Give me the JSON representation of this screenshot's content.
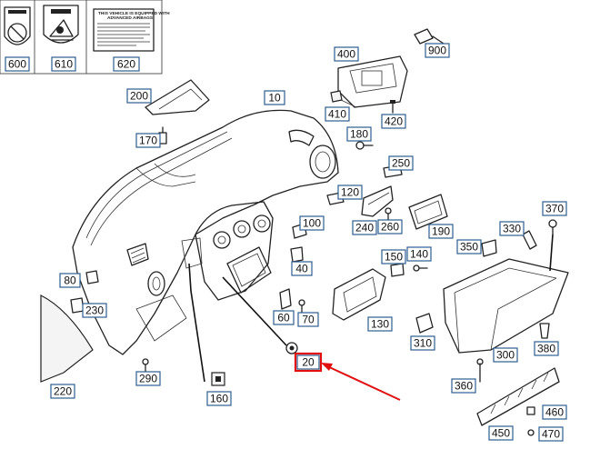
{
  "callouts": [
    {
      "id": "600",
      "label": "600"
    },
    {
      "id": "610",
      "label": "610"
    },
    {
      "id": "620",
      "label": "620"
    },
    {
      "id": "200",
      "label": "200"
    },
    {
      "id": "10",
      "label": "10"
    },
    {
      "id": "170",
      "label": "170"
    },
    {
      "id": "400",
      "label": "400"
    },
    {
      "id": "900",
      "label": "900"
    },
    {
      "id": "410",
      "label": "410"
    },
    {
      "id": "420",
      "label": "420"
    },
    {
      "id": "180",
      "label": "180"
    },
    {
      "id": "250",
      "label": "250"
    },
    {
      "id": "120",
      "label": "120"
    },
    {
      "id": "240",
      "label": "240"
    },
    {
      "id": "260",
      "label": "260"
    },
    {
      "id": "190",
      "label": "190"
    },
    {
      "id": "100",
      "label": "100"
    },
    {
      "id": "40",
      "label": "40"
    },
    {
      "id": "330",
      "label": "330"
    },
    {
      "id": "370",
      "label": "370"
    },
    {
      "id": "350",
      "label": "350"
    },
    {
      "id": "150",
      "label": "150"
    },
    {
      "id": "140",
      "label": "140"
    },
    {
      "id": "80",
      "label": "80"
    },
    {
      "id": "230",
      "label": "230"
    },
    {
      "id": "60",
      "label": "60"
    },
    {
      "id": "70",
      "label": "70"
    },
    {
      "id": "130",
      "label": "130"
    },
    {
      "id": "310",
      "label": "310"
    },
    {
      "id": "300",
      "label": "300"
    },
    {
      "id": "380",
      "label": "380"
    },
    {
      "id": "290",
      "label": "290"
    },
    {
      "id": "20",
      "label": "20",
      "highlighted": true
    },
    {
      "id": "220",
      "label": "220"
    },
    {
      "id": "160",
      "label": "160"
    },
    {
      "id": "360",
      "label": "360"
    },
    {
      "id": "460",
      "label": "460"
    },
    {
      "id": "450",
      "label": "450"
    },
    {
      "id": "470",
      "label": "470"
    }
  ],
  "labels": {
    "label_620_title": "THIS VEHICLE IS EQUIPPED WITH",
    "label_620_subtitle": "ADVANCED AIRBAGS"
  },
  "colors": {
    "callout_border": "#2d5f8f",
    "highlight": "#e01010",
    "line": "#222222"
  }
}
